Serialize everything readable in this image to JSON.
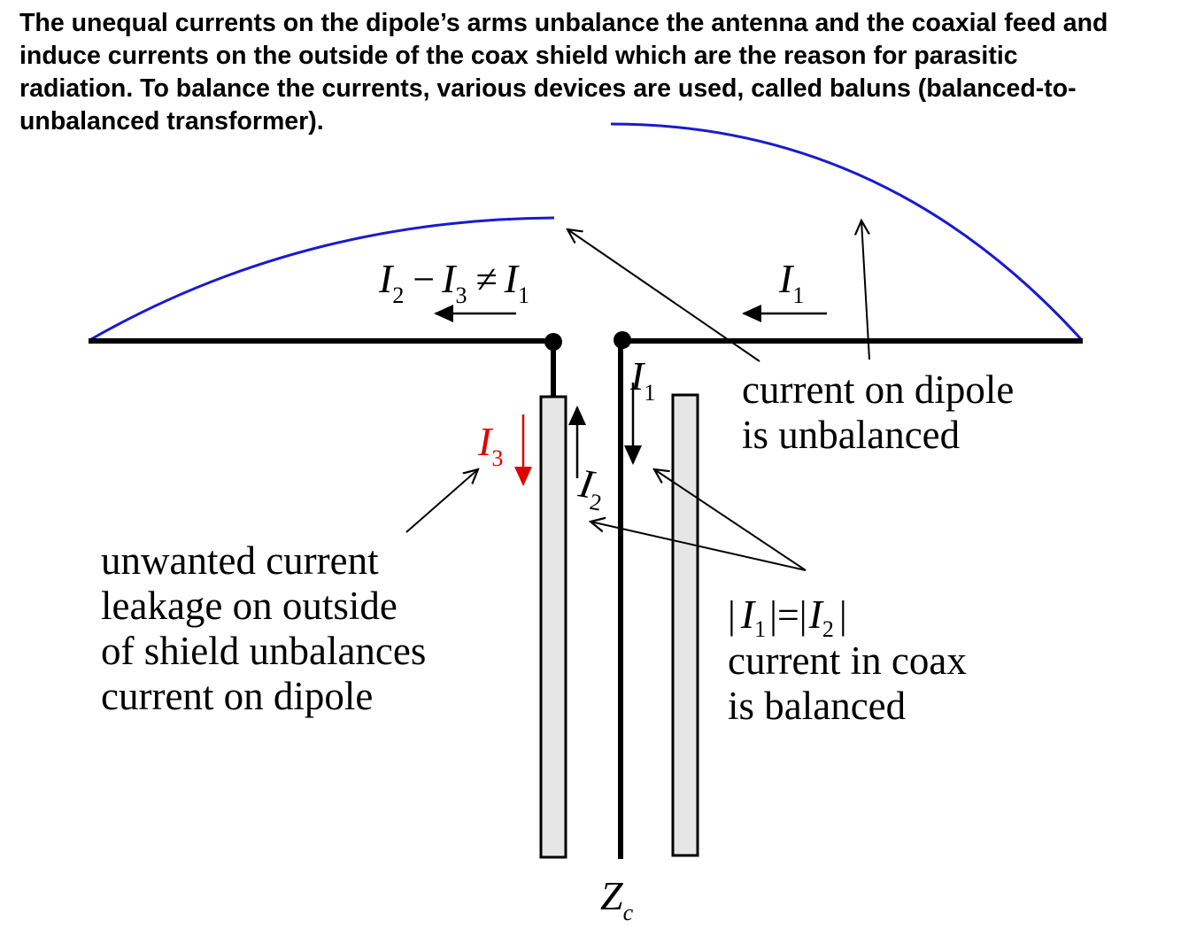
{
  "intro_text": "The unequal currents on the dipole’s arms unbalance the antenna and the coaxial feed and induce currents on the outside of the coax shield which are the reason for parasitic radiation. To balance the currents, various devices are used, called baluns (balanced-to-unbalanced transformer).",
  "colors": {
    "ink": "#000000",
    "current_distribution": "#1a1ad0",
    "leakage_current": "#e00000",
    "shield_fill": "#e6e6e6"
  },
  "symbols": {
    "I": "I",
    "Z": "Z",
    "sub_1": "1",
    "sub_2": "2",
    "sub_3": "3",
    "sub_c": "c",
    "minus": "−",
    "neq": "≠",
    "bar": "|",
    "eqbar": "|=|"
  },
  "labels": {
    "dipole_unbalanced": [
      "current on dipole",
      "is unbalanced"
    ],
    "leakage": [
      "unwanted current",
      "leakage on outside",
      "of shield unbalances",
      "current on dipole"
    ],
    "coax_balanced": [
      "current in coax",
      "is balanced"
    ]
  }
}
